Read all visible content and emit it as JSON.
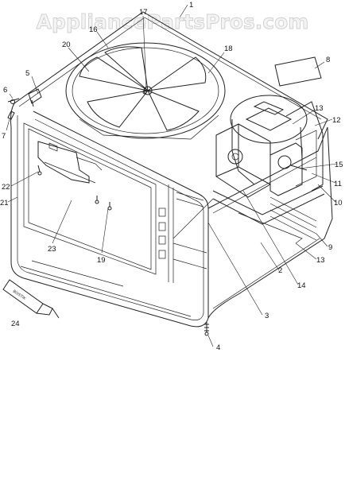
{
  "watermark": "AppliancePartsPros.com",
  "callouts": {
    "c1": "1",
    "c2": "2",
    "c3": "3",
    "c4": "4",
    "c5": "5",
    "c6": "6",
    "c7": "7",
    "c8": "8",
    "c9": "9",
    "c10": "10",
    "c11": "11",
    "c12": "12",
    "c13a": "13",
    "c13b": "13",
    "c14": "14",
    "c15": "15",
    "c16": "16",
    "c17": "17",
    "c18": "18",
    "c19": "19",
    "c20": "20",
    "c21": "21",
    "c22": "22",
    "c23": "23",
    "c24": "24"
  },
  "tube_label": "BOSTIK"
}
